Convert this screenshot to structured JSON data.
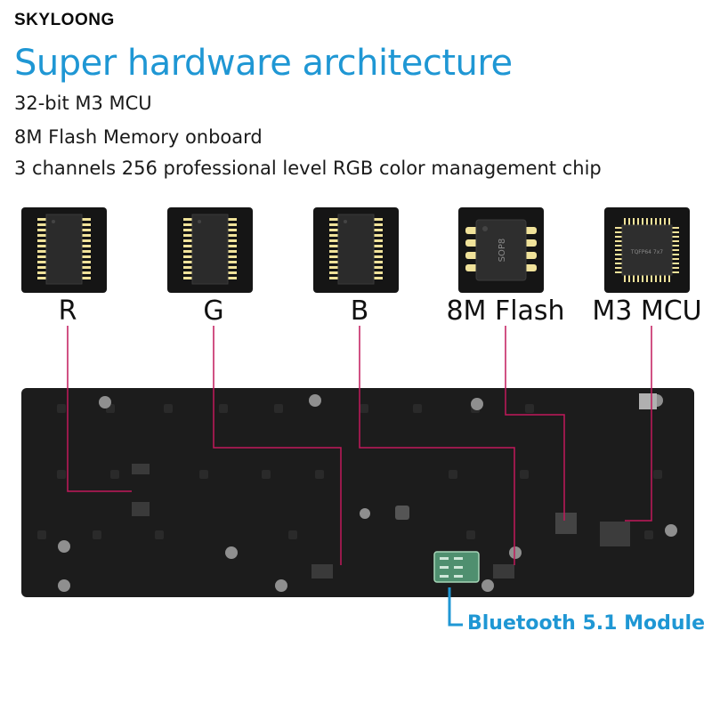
{
  "brand": {
    "logo_text": "SKYLOONG"
  },
  "headline": "Super hardware architecture",
  "features": [
    "32-bit M3 MCU",
    "8M Flash Memory onboard",
    "3 channels 256 professional level RGB color management chip"
  ],
  "chips": [
    {
      "label": "R",
      "package": "SOP-24"
    },
    {
      "label": "G",
      "package": "SOP-24"
    },
    {
      "label": "B",
      "package": "SOP-24"
    },
    {
      "label": "8M Flash",
      "package": "SOP8",
      "marking": "SOP8"
    },
    {
      "label": "M3 MCU",
      "package": "TQFP",
      "marking": "TQFP64 7x7"
    }
  ],
  "module": {
    "label": "Bluetooth 5.1 Module"
  },
  "colors": {
    "accent": "#1f97d4",
    "leader_line": "#c2185b",
    "board": "#1c1c1c"
  }
}
